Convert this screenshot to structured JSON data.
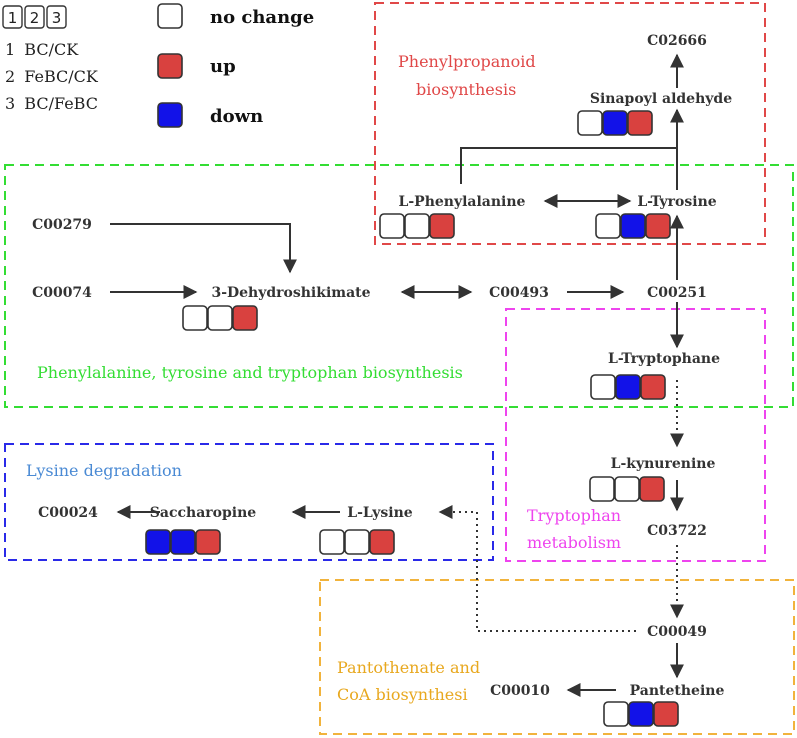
{
  "colors": {
    "no_change": "#ffffff",
    "up": "#d9413f",
    "down": "#1212e8",
    "green_region": "#33dd33",
    "red_region": "#e04848",
    "magenta_region": "#ee44ee",
    "blue_region": "#2a2ae8",
    "orange_region": "#f1b33c",
    "lysine_label": "#4a8ad4",
    "pantothenate_label": "#e8a81f"
  },
  "legend": {
    "sample_numbers": [
      "1",
      "2",
      "3"
    ],
    "comparisons": [
      {
        "index": "1",
        "name": "BC/CK"
      },
      {
        "index": "2",
        "name": "FeBC/CK"
      },
      {
        "index": "3",
        "name": "BC/FeBC"
      }
    ],
    "status_items": [
      {
        "status": "no_change",
        "label": "no change"
      },
      {
        "status": "up",
        "label": "up"
      },
      {
        "status": "down",
        "label": "down"
      }
    ]
  },
  "regions": {
    "phenylpropanoid": [
      "Phenylpropanoid",
      "biosynthesis"
    ],
    "phe_tyr_trp": "Phenylalanine, tyrosine and tryptophan biosynthesis",
    "tryptophan": [
      "Tryptophan",
      "metabolism"
    ],
    "lysine": "Lysine degradation",
    "pantothenate": [
      "Pantothenate and",
      "CoA biosynthesi"
    ]
  },
  "nodes": {
    "c02666": "C02666",
    "sinapoyl_aldehyde": "Sinapoyl aldehyde",
    "l_phenylalanine": "L-Phenylalanine",
    "l_tyrosine": "L-Tyrosine",
    "c00279": "C00279",
    "c00074": "C00074",
    "dehydroshikimate": "3-Dehydroshikimate",
    "c00493": "C00493",
    "c00251": "C00251",
    "l_tryptophane": "L-Tryptophane",
    "l_kynurenine": "L-kynurenine",
    "c03722": "C03722",
    "c00049": "C00049",
    "pantetheine": "Pantetheine",
    "c00010": "C00010",
    "c00024": "C00024",
    "saccharopine": "Saccharopine",
    "l_lysine": "L-Lysine"
  },
  "expression": {
    "sinapoyl_aldehyde": [
      "no_change",
      "down",
      "up"
    ],
    "l_phenylalanine": [
      "no_change",
      "no_change",
      "up"
    ],
    "l_tyrosine": [
      "no_change",
      "down",
      "up"
    ],
    "dehydroshikimate": [
      "no_change",
      "no_change",
      "up"
    ],
    "l_tryptophane": [
      "no_change",
      "down",
      "up"
    ],
    "l_kynurenine": [
      "no_change",
      "no_change",
      "up"
    ],
    "saccharopine": [
      "down",
      "down",
      "up"
    ],
    "l_lysine": [
      "no_change",
      "no_change",
      "up"
    ],
    "pantetheine": [
      "no_change",
      "down",
      "up"
    ]
  }
}
